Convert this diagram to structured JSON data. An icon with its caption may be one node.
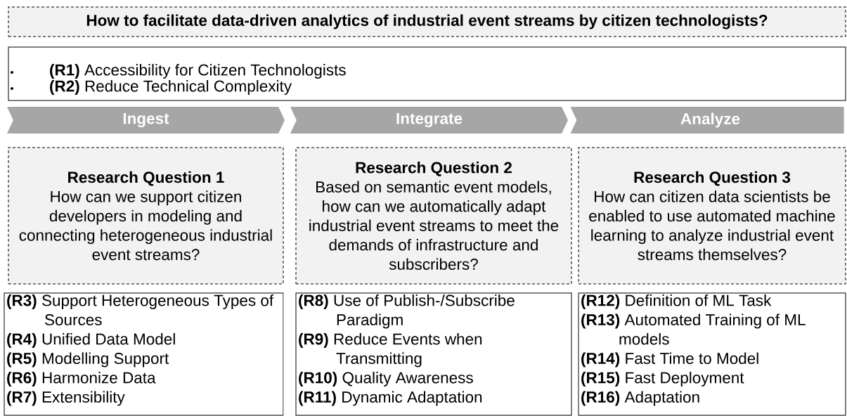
{
  "diagram": {
    "nodes": [
      {
        "text": [
          "How to facilitate data-driven analytics of industrial event streams by citizen technologists?"
        ]
      },
      {
        "text": [
          "**(R1)** Accessibility for Citizen Technologists",
          "**(R2)** Reduce Technical Complexity"
        ]
      },
      {
        "text": [
          "Ingest"
        ]
      },
      {
        "text": [
          "Integrate"
        ]
      },
      {
        "text": [
          "Analyze"
        ]
      },
      {
        "text": [
          "Research Question 1",
          "How can we support citizen developers in modeling and connecting heterogeneous industrial event streams?"
        ]
      },
      {
        "text": [
          "Research Question 2",
          "Based on semantic event models, how can we automatically adapt industrial event streams to meet the demands of infrastructure and subscribers?"
        ]
      },
      {
        "text": [
          "Research Question 3",
          "How can citizen data scientists be enabled to use automated machine learning to analyze industrial event streams themselves?"
        ]
      },
      {
        "text": [
          "**(R3)** Support Heterogeneous Types of Sources",
          "**(R4)** Unified Data Model",
          "**(R5)** Modelling Support",
          "**(R6)** Harmonize Data",
          "**(R7)** Extensibility"
        ]
      },
      {
        "text": [
          "**(R8)** Use of Publish-/Subscribe Paradigm",
          "**(R9)** Reduce Events when Transmitting",
          "**(R10)** Quality Awareness",
          "**(R11)** Dynamic Adaptation"
        ]
      },
      {
        "text": [
          "**(R12)** Definition of ML Task",
          "**(R13)** Automated Training of ML models",
          "**(R14)** Fast Time to Model",
          "**(R15)** Fast Deployment",
          "**(R16)** Adaptation"
        ]
      }
    ]
  }
}
